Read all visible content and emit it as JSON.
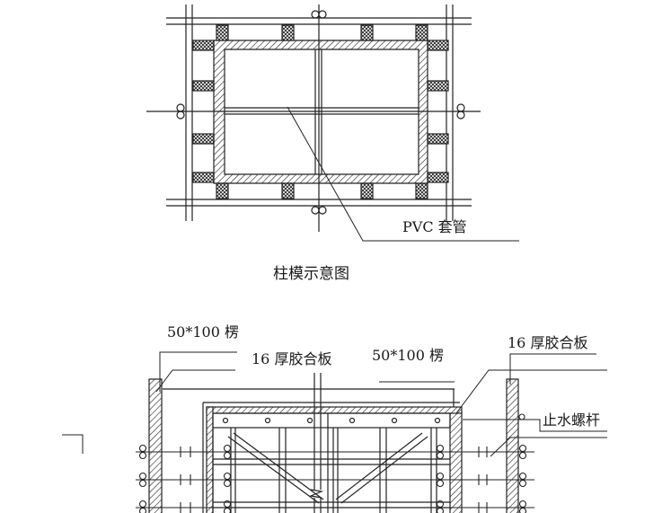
{
  "top_view": {
    "pvc_label": "PVC 套管",
    "caption": "柱模示意图"
  },
  "section_view": {
    "label_batten_left": "50*100 楞",
    "label_plywood_left": "16 厚胶合板",
    "label_batten_right": "50*100 楞",
    "label_plywood_right": "16 厚胶合板",
    "label_waterstop_bolt": "止水螺杆"
  }
}
